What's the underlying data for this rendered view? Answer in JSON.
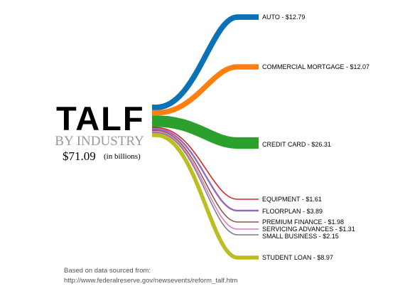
{
  "header": {
    "title": "TALF",
    "subtitle": "BY INDUSTRY",
    "total": "$71.09",
    "unit": "(in billions)"
  },
  "chart_data": {
    "type": "sankey",
    "source": "TALF",
    "total": 71.09,
    "unit": "billions of dollars",
    "flows": [
      {
        "label": "AUTO - $12.79",
        "name": "AUTO",
        "value": 12.79,
        "color": "#0a72b5"
      },
      {
        "label": "COMMERCIAL MORTGAGE - $12.07",
        "name": "COMMERCIAL MORTGAGE",
        "value": 12.07,
        "color": "#ff7f0e"
      },
      {
        "label": "CREDIT CARD - $26.31",
        "name": "CREDIT CARD",
        "value": 26.31,
        "color": "#2ca02c"
      },
      {
        "label": "EQUIPMENT - $1.61",
        "name": "EQUIPMENT",
        "value": 1.61,
        "color": "#d62728"
      },
      {
        "label": "FLOORPLAN - $3.89",
        "name": "FLOORPLAN",
        "value": 3.89,
        "color": "#9467bd"
      },
      {
        "label": "PREMIUM FINANCE - $1.98",
        "name": "PREMIUM FINANCE",
        "value": 1.98,
        "color": "#8c564b"
      },
      {
        "label": "SERVICING ADVANCES - $1.31",
        "name": "SERVICING ADVANCES",
        "value": 1.31,
        "color": "#e377c2"
      },
      {
        "label": "SMALL BUSINESS - $2.15",
        "name": "SMALL BUSINESS",
        "value": 2.15,
        "color": "#7f7f7f"
      },
      {
        "label": "STUDENT LOAN - $8.97",
        "name": "STUDENT LOAN",
        "value": 8.97,
        "color": "#bcbd22"
      }
    ]
  },
  "footer": {
    "line1": "Based on data sourced from:",
    "line2": "http://www.federalreserve.gov/newsevents/reform_talf.htm"
  }
}
